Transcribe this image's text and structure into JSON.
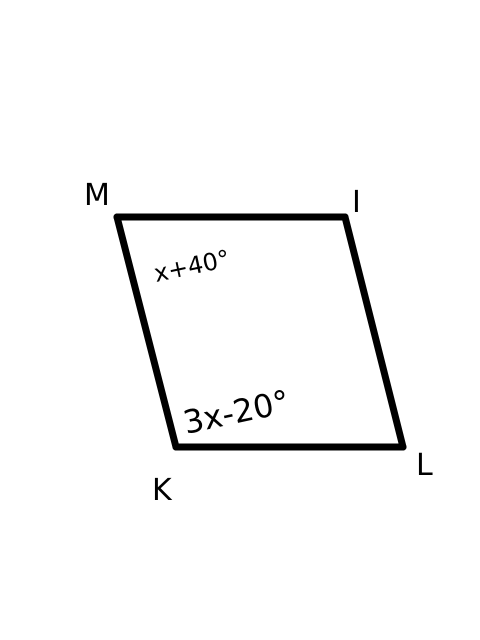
{
  "diagram": {
    "shape": "parallelogram",
    "vertices": {
      "M": "M",
      "I": "I",
      "L": "L",
      "K": "K"
    },
    "angles": {
      "M": "x+40°",
      "K": "3x-20°"
    },
    "colors": {
      "stroke": "#000000",
      "background": "#ffffff"
    }
  }
}
